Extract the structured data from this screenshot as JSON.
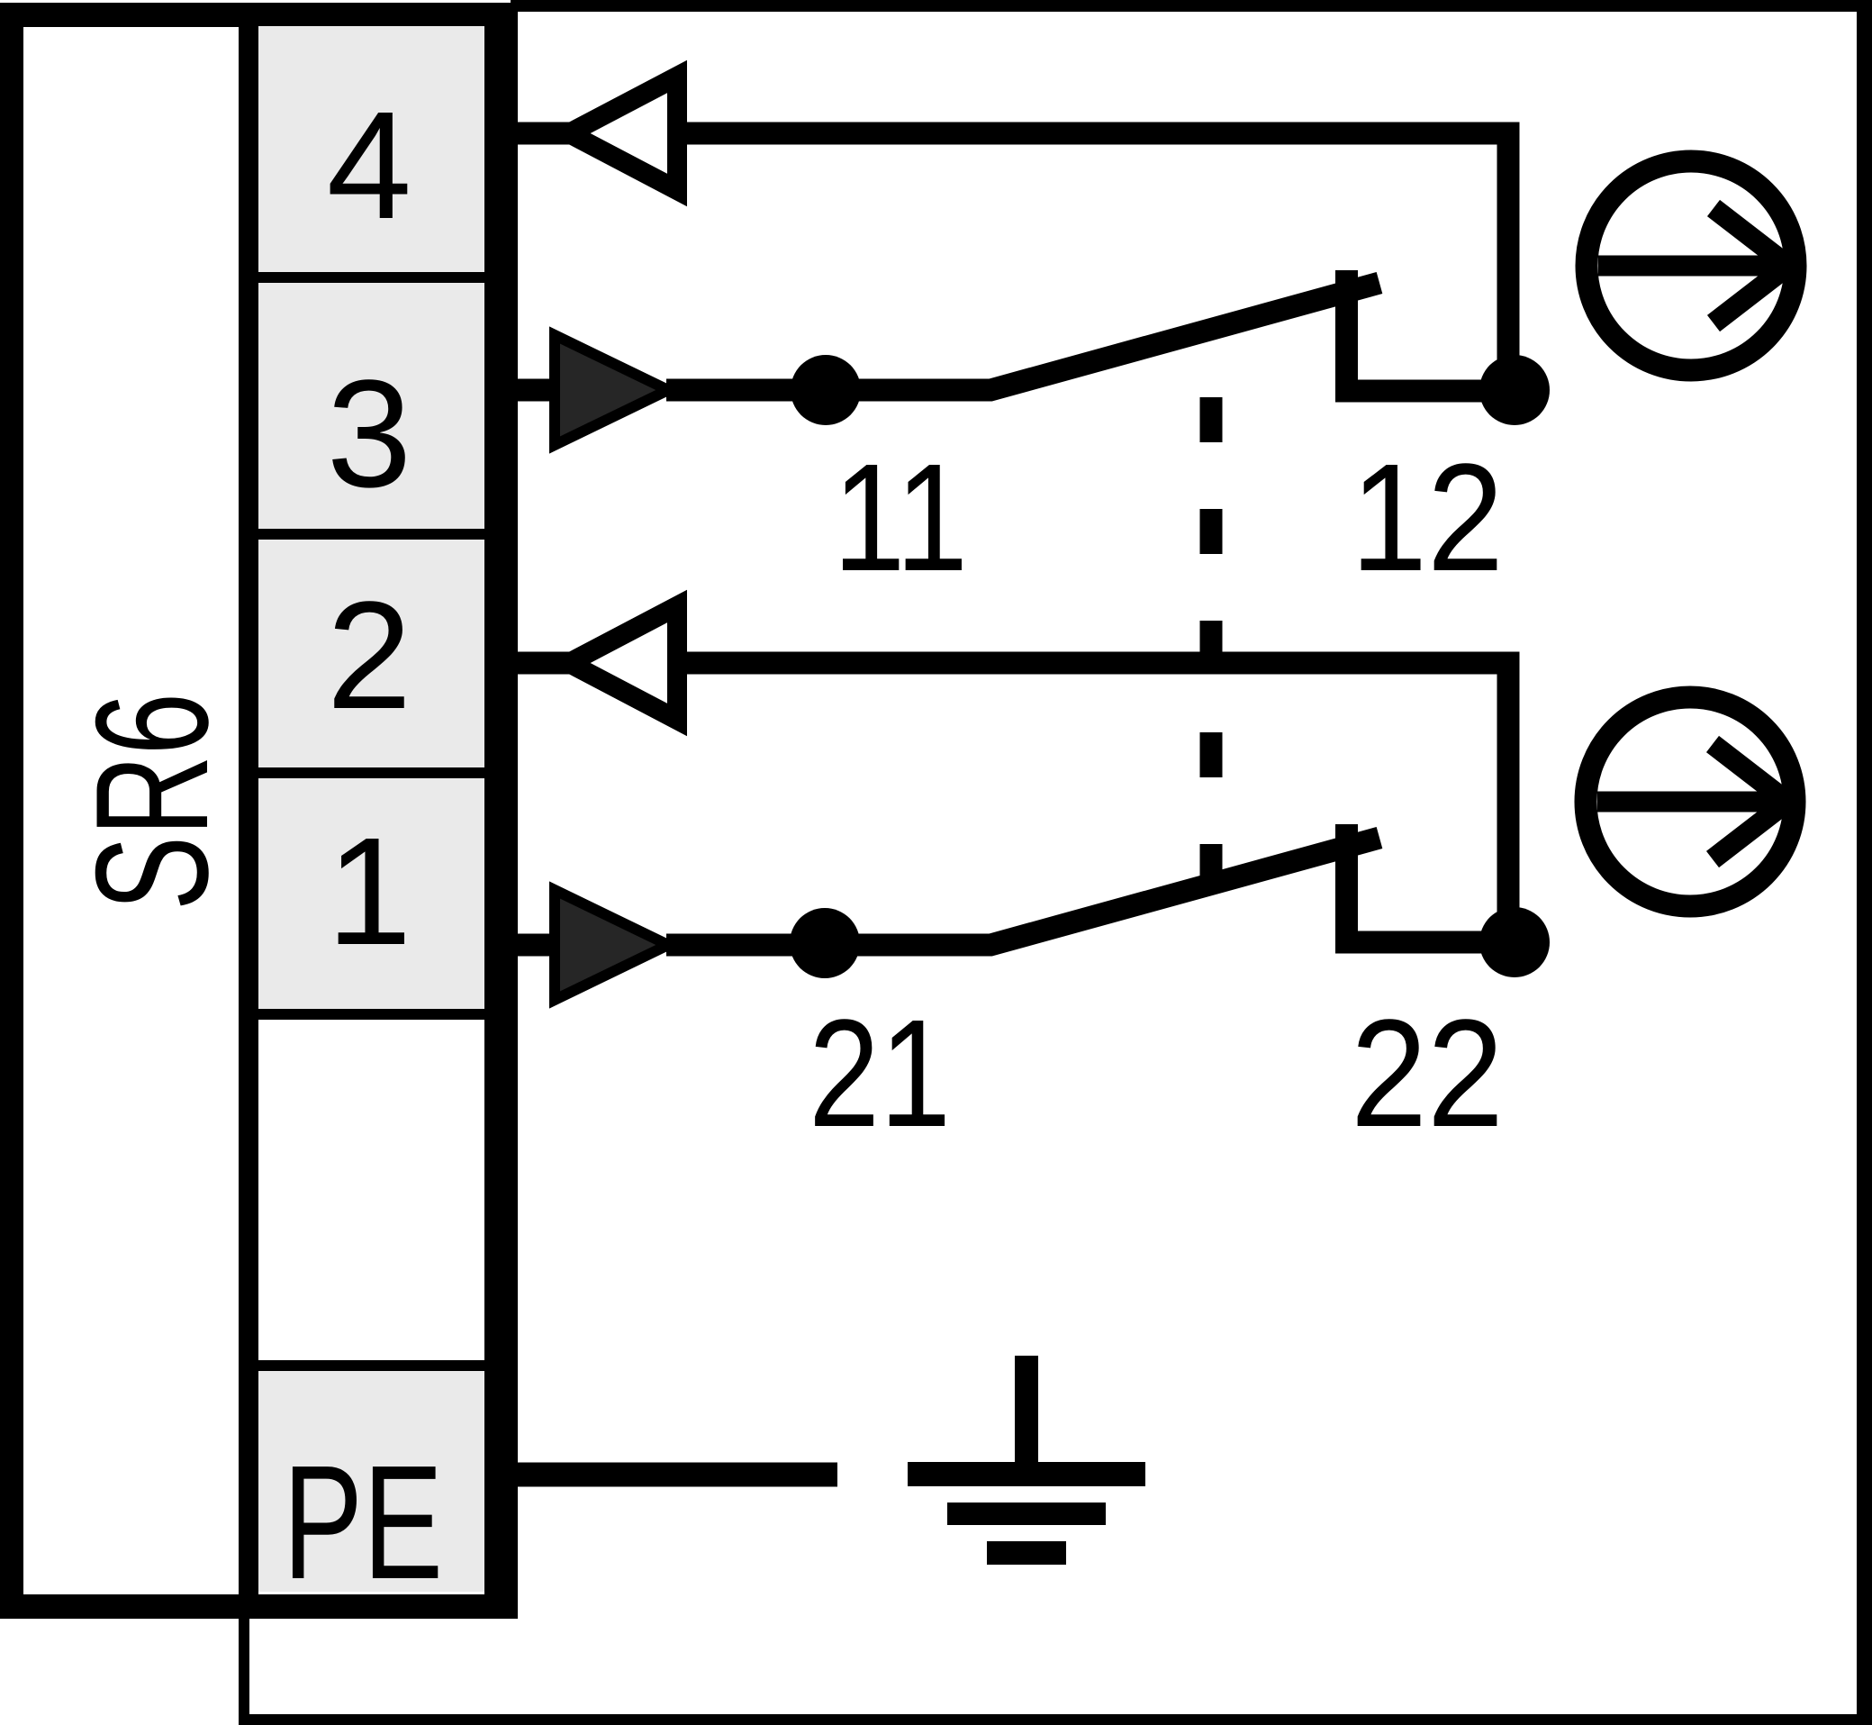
{
  "diagram": {
    "device_label": "SR6",
    "terminal_labels": [
      "4",
      "3",
      "2",
      "1",
      "PE"
    ],
    "contact_labels": {
      "upper_left": "11",
      "upper_right": "12",
      "lower_left": "21",
      "lower_right": "22"
    },
    "icons": {
      "terminal_output_arrow": "outline-triangle-left-icon",
      "terminal_input_arrow": "filled-triangle-right-icon",
      "actuation_direction": "circle-right-arrow-icon",
      "mechanical_link": "vertical-dashed-line-icon",
      "earth_ground": "ground-icon"
    },
    "colors": {
      "line": "#000000",
      "background": "#FFFFFF",
      "terminal_fill": "#EAEAEA",
      "filled_arrow": "#262626"
    }
  }
}
